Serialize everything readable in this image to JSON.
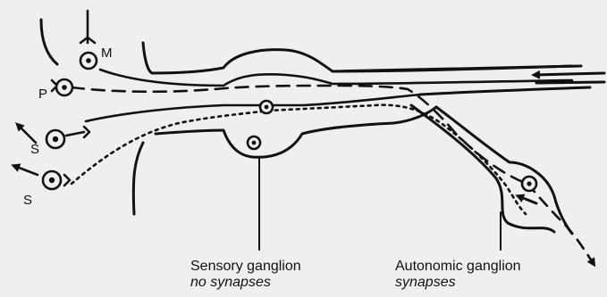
{
  "labels": {
    "m": "M",
    "p": "P",
    "s1": "S",
    "s2": "S"
  },
  "captions": {
    "sensory_title": "Sensory ganglion",
    "sensory_sub": "no synapses",
    "autonomic_title": "Autonomic ganglion",
    "autonomic_sub": "synapses"
  },
  "colors": {
    "ink": "#111111",
    "background": "#efefed"
  }
}
